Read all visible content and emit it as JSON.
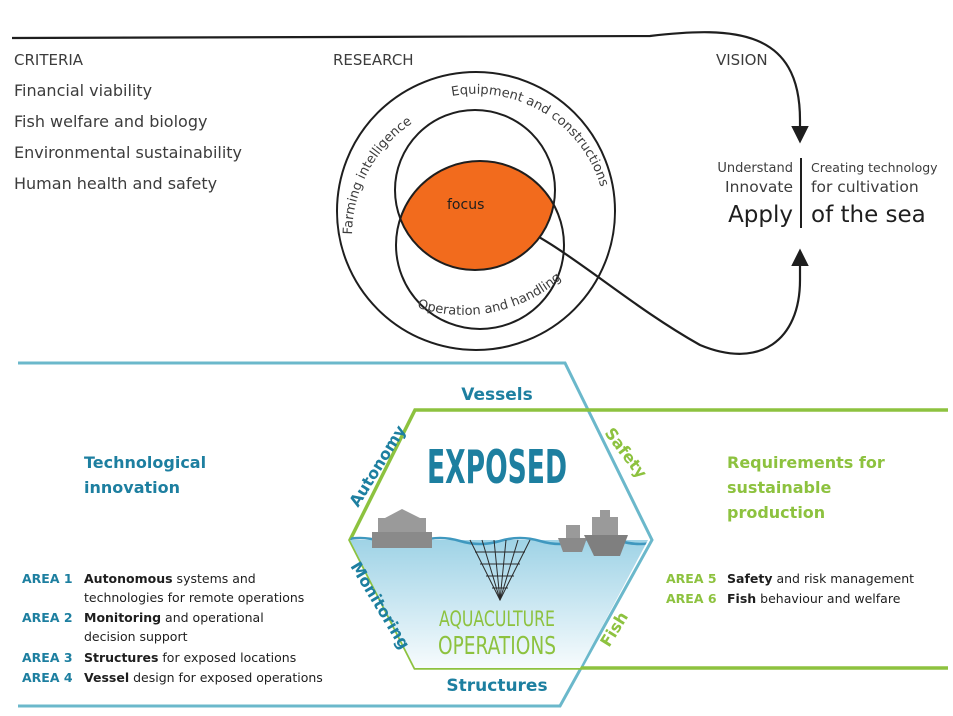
{
  "colors": {
    "teal": "#1d7fa0",
    "lime": "#8dc23f",
    "orange": "#f26b1d",
    "lightblue": "#a8d8ea",
    "ink": "#1e1e1e"
  },
  "top": {
    "criteria": {
      "heading": "CRITERIA",
      "items": [
        "Financial viability",
        "Fish welfare and biology",
        "Environmental sustainability",
        "Human health and safety"
      ]
    },
    "research": {
      "heading": "RESEARCH",
      "circle_labels": {
        "farming": "Farming intelligence",
        "equipment": "Equipment and constructions",
        "operation": "Operation and handling"
      },
      "focus": "focus"
    },
    "vision": {
      "heading": "VISION",
      "left_lines": [
        "Understand",
        "Innovate",
        "Apply"
      ],
      "right_lines": [
        "Creating technology",
        "for cultivation",
        "of the sea"
      ]
    }
  },
  "bottom": {
    "left_title": [
      "Technological",
      "innovation"
    ],
    "right_title": [
      "Requirements for",
      "sustainable",
      "production"
    ],
    "hex_labels": {
      "top": "Vessels",
      "bottom": "Structures",
      "upper_left": "Autonomy",
      "lower_left": "Monitoring",
      "upper_right": "Safety",
      "lower_right": "Fish"
    },
    "exposed": "EXPOSED",
    "aquaculture": [
      "AQUACULTURE",
      "OPERATIONS"
    ],
    "areas_left": [
      {
        "code": "AREA 1",
        "bold": "Autonomous",
        "rest": " systems and",
        "line2": "technologies for remote operations"
      },
      {
        "code": "AREA 2",
        "bold": "Monitoring",
        "rest": " and operational",
        "line2": "decision support"
      },
      {
        "code": "AREA 3",
        "bold": "Structures",
        "rest": " for exposed locations",
        "line2": ""
      },
      {
        "code": "AREA 4",
        "bold": "Vessel",
        "rest": " design for exposed operations",
        "line2": ""
      }
    ],
    "areas_right": [
      {
        "code": "AREA 5",
        "bold": "Safety",
        "rest": " and risk management"
      },
      {
        "code": "AREA 6",
        "bold": "Fish",
        "rest": " behaviour and welfare"
      }
    ]
  }
}
